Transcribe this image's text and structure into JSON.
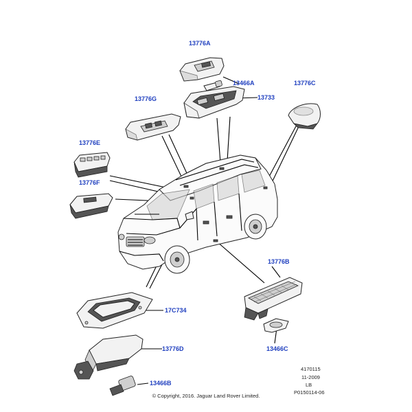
{
  "callouts": {
    "c13776A": "13776A",
    "c13466A": "13466A",
    "c13733": "13733",
    "c13776C": "13776C",
    "c13776G": "13776G",
    "c13776E": "13776E",
    "c13776F": "13776F",
    "c13776B": "13776B",
    "c17C734": "17C734",
    "c13776D": "13776D",
    "c13466C": "13466C",
    "c13466B": "13466B"
  },
  "info": {
    "line1": "4170115",
    "line2": "11-2009",
    "line3": "LB",
    "line4": "P0150114-06"
  },
  "copyright": "© Copyright, 2016. Jaguar Land Rover Limited.",
  "colors": {
    "callout": "#1f3fbf",
    "line": "#000000"
  }
}
